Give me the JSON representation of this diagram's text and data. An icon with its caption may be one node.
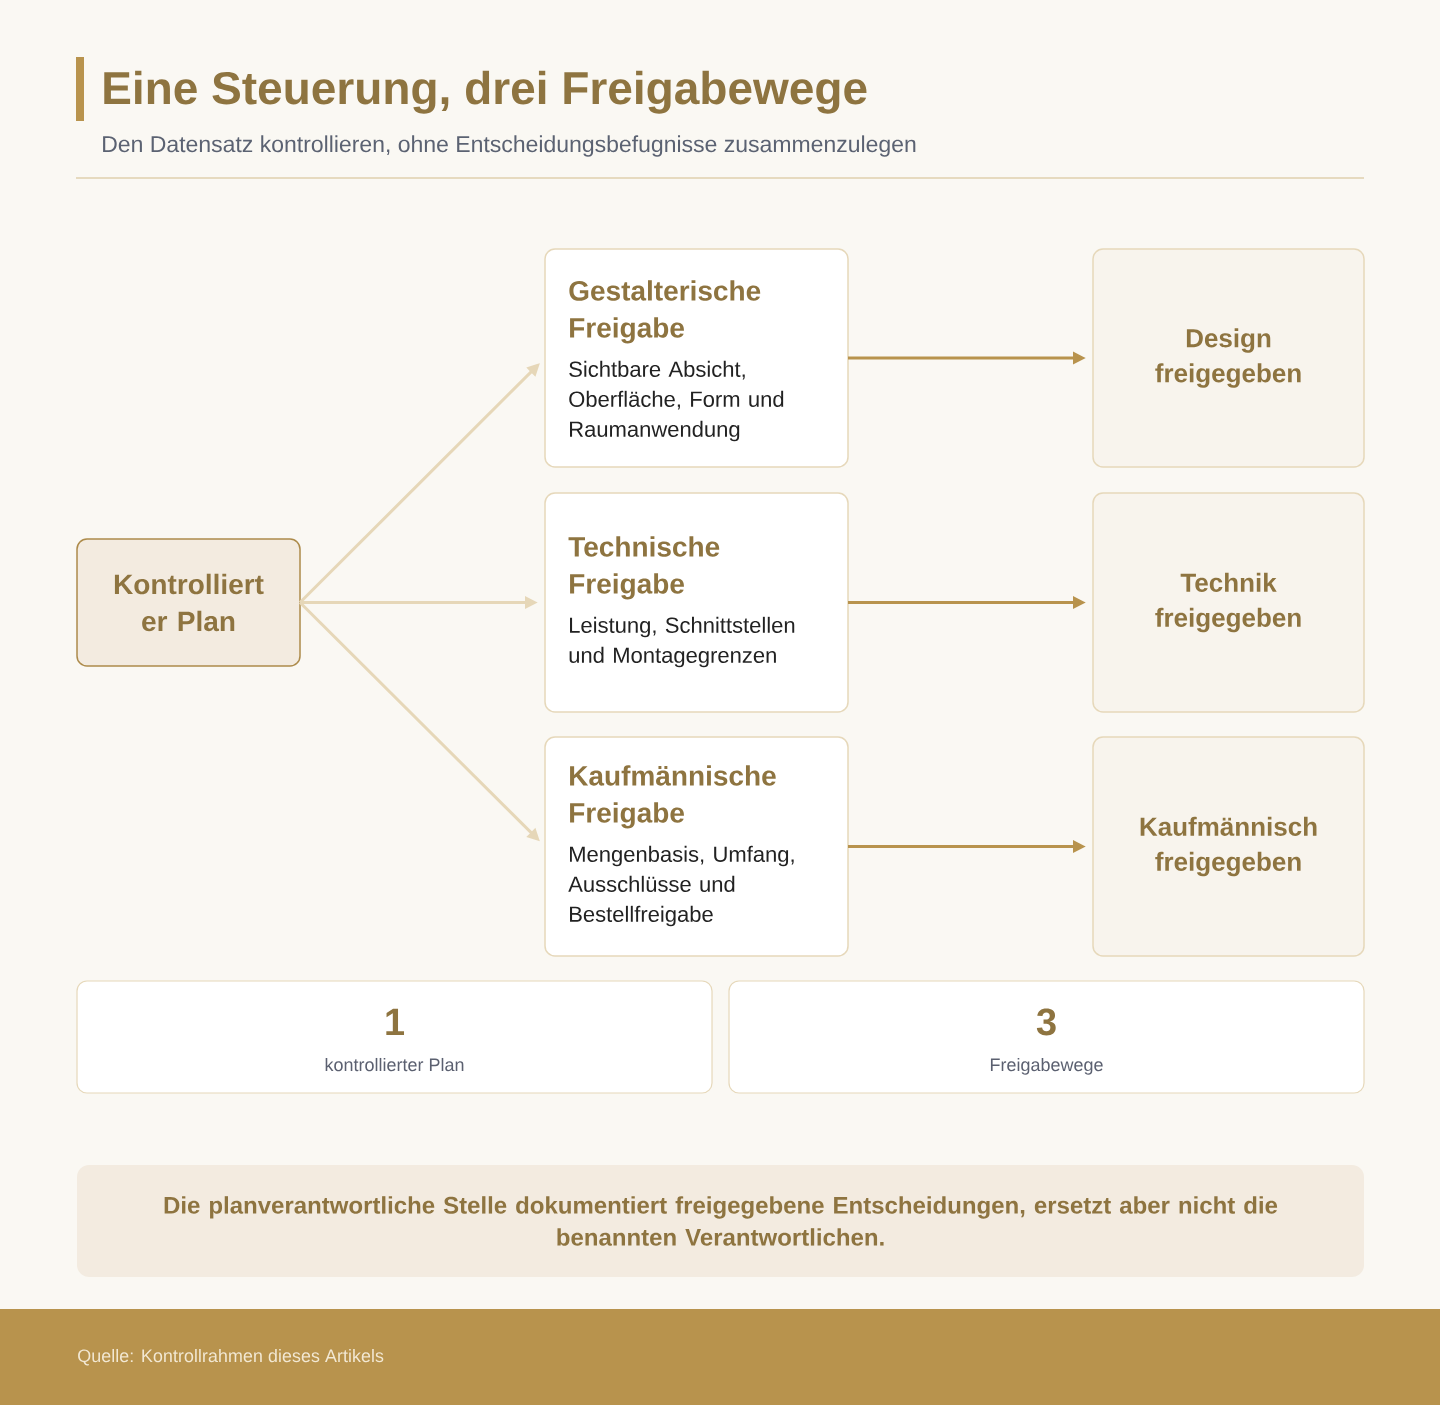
{
  "diagram": {
    "title": "Eine Steuerung, drei Freigabewege",
    "nodes": [
      {
        "text": [
          "Kontrolliert er Plan"
        ]
      },
      {
        "text": [
          "Gestalterische Freigabe",
          "Sichtbare Absicht, Oberfläche, Form und Raumanwendung"
        ]
      },
      {
        "text": [
          "Technische Freigabe",
          "Leistung, Schnittstellen und Montagegrenzen"
        ]
      },
      {
        "text": [
          "Kaufmännische Freigabe",
          "Mengenbasis, Umfang, Ausschlüsse und Bestellfreigabe"
        ]
      },
      {
        "text": [
          "Design freigegeben"
        ]
      },
      {
        "text": [
          "Technik freigegeben"
        ]
      },
      {
        "text": [
          "Kaufmännisch freigegeben"
        ]
      },
      {
        "text": [
          "1",
          "kontrollierter Plan"
        ]
      },
      {
        "text": [
          "3",
          "Freigabewege"
        ]
      },
      {
        "text": [
          "Die planverantwortliche Stelle dokumentiert freigegebene Entscheidungen, ersetzt aber nicht die benannten Verantwortlichen."
        ]
      },
      {
        "text": [
          "Quelle: Kontrollrahmen dieses Artikels"
        ]
      }
    ],
    "edges": [
      {
        "from": 0,
        "to": 1,
        "arrow": "to",
        "color": "#e6d7b8"
      },
      {
        "from": 0,
        "to": 2,
        "arrow": "to",
        "color": "#e6d7b8"
      },
      {
        "from": 0,
        "to": 3,
        "arrow": "to",
        "color": "#e6d7b8"
      },
      {
        "from": 1,
        "to": 4,
        "arrow": "to",
        "color": "#b8934d"
      },
      {
        "from": 2,
        "to": 5,
        "arrow": "to",
        "color": "#b8934d"
      },
      {
        "from": 3,
        "to": 6,
        "arrow": "to",
        "color": "#b8934d"
      }
    ],
    "labels": [
      "Den Datensatz kontrollieren, ohne Entscheidungsbefugnisse zusammenzulegen"
    ]
  }
}
